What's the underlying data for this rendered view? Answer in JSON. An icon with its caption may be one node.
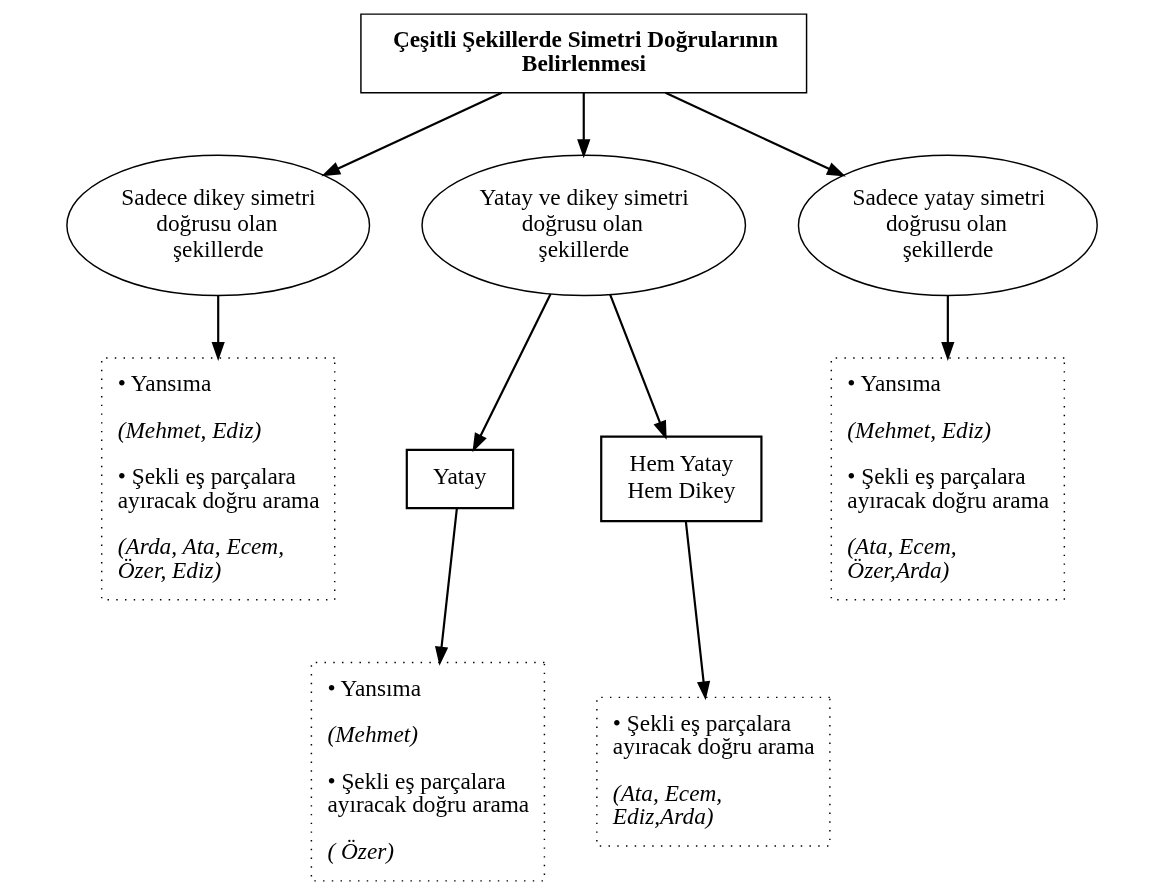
{
  "diagram": {
    "nodes": [
      {
        "text": [
          "Çeşitli Şekillerde Simetri Doğrularının Belirlenmesi"
        ]
      },
      {
        "text": [
          "Sadece dikey simetri doğrusu olan şekillerde"
        ]
      },
      {
        "text": [
          "Yatay ve dikey simetri doğrusu olan şekillerde"
        ]
      },
      {
        "text": [
          "Sadece yatay simetri doğrusu olan şekillerde"
        ]
      },
      {
        "text": [
          "• Yansıma",
          "(Mehmet, Ediz)",
          "• Şekli eş parçalara ayıracak doğru arama",
          "(Arda, Ata, Ecem, Özer, Ediz)"
        ]
      },
      {
        "text": [
          "Yatay"
        ]
      },
      {
        "text": [
          "Hem Yatay Hem Dikey"
        ]
      },
      {
        "text": [
          "• Yansıma",
          "(Mehmet, Ediz)",
          "• Şekli eş parçalara ayıracak doğru arama",
          "(Ata, Ecem, Özer,Arda)"
        ]
      },
      {
        "text": [
          "• Yansıma",
          "(Mehmet)",
          "• Şekli eş parçalara ayıracak doğru arama",
          "( Özer)"
        ]
      },
      {
        "text": [
          "• Şekli eş parçalara ayıracak doğru arama",
          "(Ata, Ecem, Ediz,Arda)"
        ]
      }
    ],
    "edges": [
      {
        "from": 0,
        "to": 1,
        "arrow": "to"
      },
      {
        "from": 0,
        "to": 2,
        "arrow": "to"
      },
      {
        "from": 0,
        "to": 3,
        "arrow": "to"
      },
      {
        "from": 1,
        "to": 4,
        "arrow": "to"
      },
      {
        "from": 3,
        "to": 7,
        "arrow": "to"
      },
      {
        "from": 2,
        "to": 5,
        "arrow": "to"
      },
      {
        "from": 2,
        "to": 6,
        "arrow": "to"
      },
      {
        "from": 5,
        "to": 8,
        "arrow": "to"
      },
      {
        "from": 6,
        "to": 9,
        "arrow": "to"
      }
    ]
  }
}
